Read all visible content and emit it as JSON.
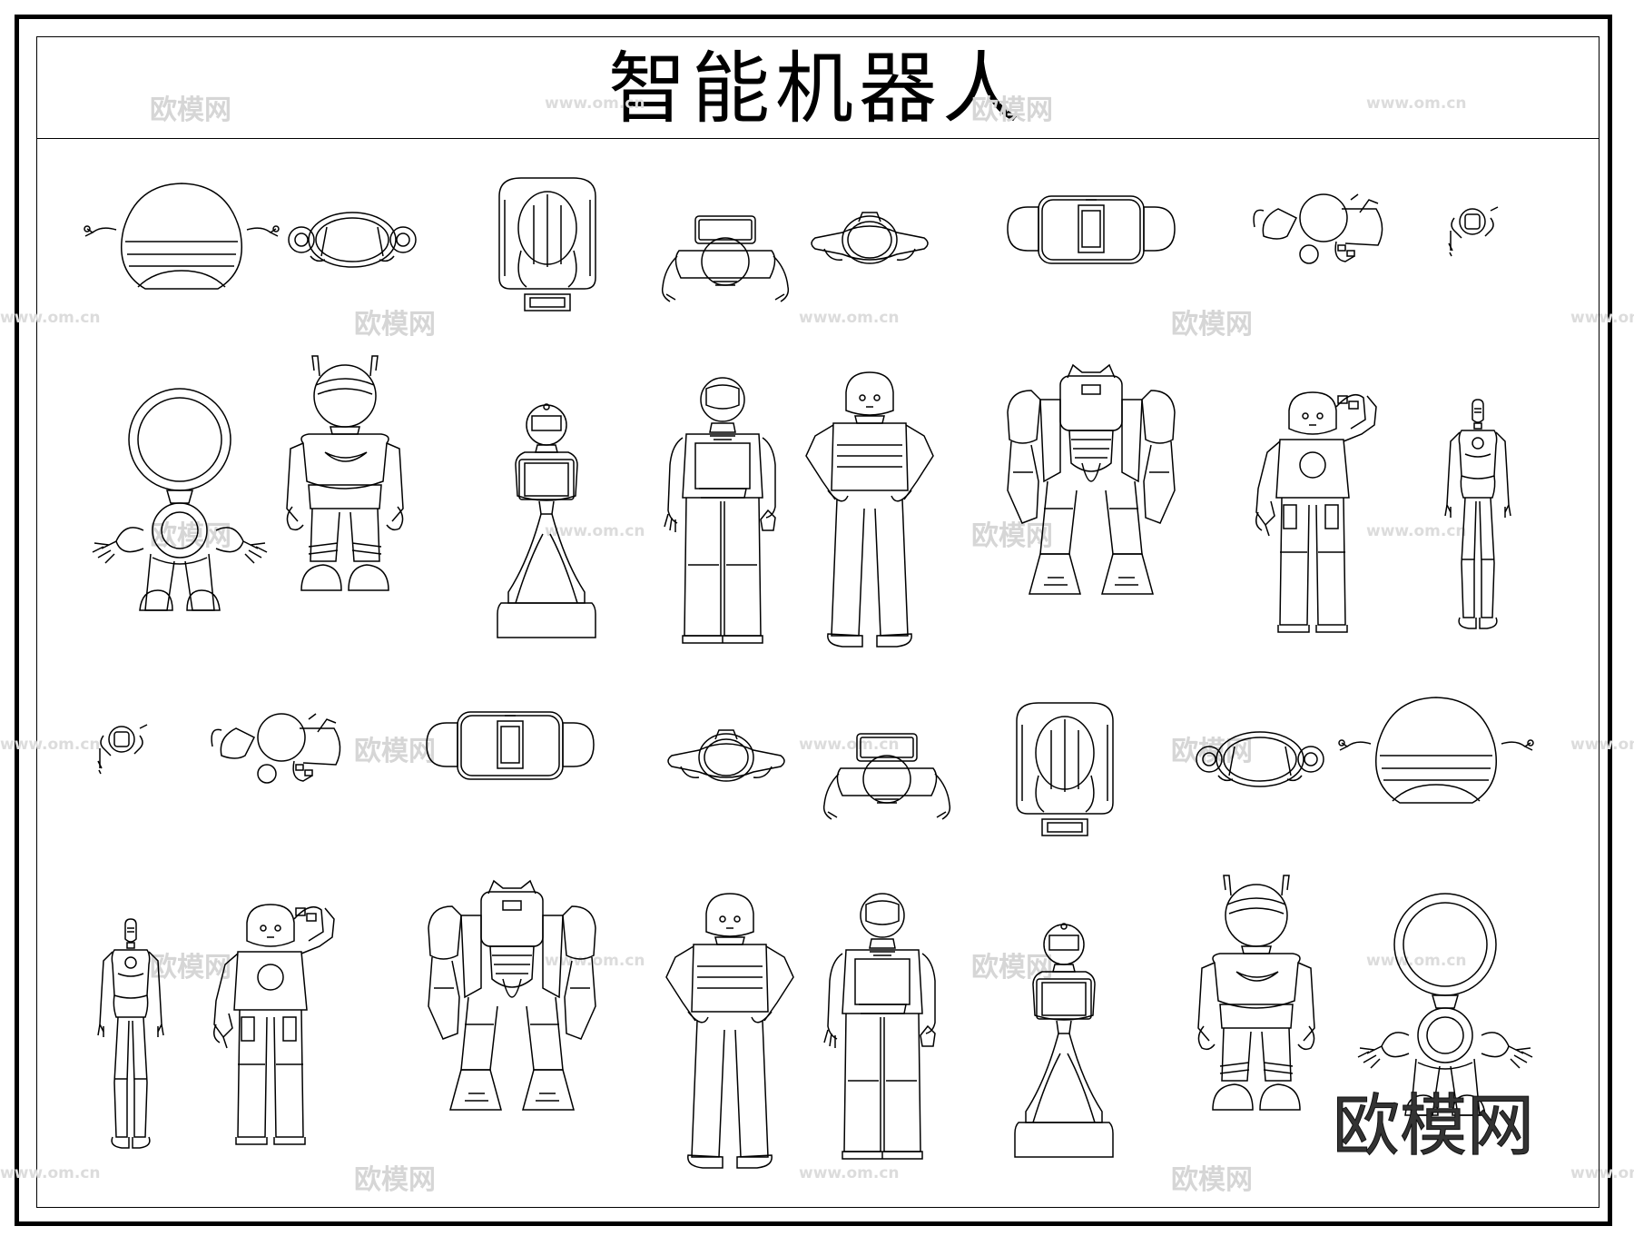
{
  "title": "智能机器人",
  "watermark": {
    "brand": "欧模网",
    "url": "www.om.cn",
    "corner_brand": "欧模网"
  },
  "robot_models": [
    "ring-head",
    "antenna-bot",
    "tablet-kiosk",
    "astronaut-bot",
    "humanoid-nao",
    "mech-heavy",
    "humanoid-waving",
    "female-android"
  ],
  "colors": {
    "line": "#000000",
    "watermark": "#d6d6d6",
    "background": "#ffffff"
  }
}
